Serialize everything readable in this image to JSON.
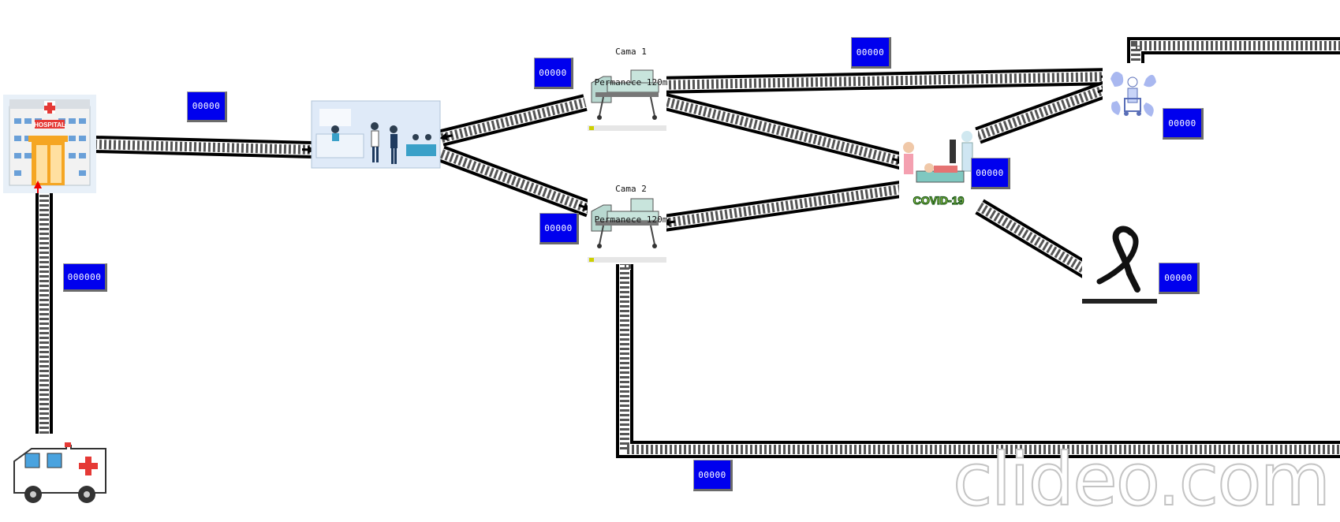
{
  "counters": {
    "hospital_to_reception": "00000",
    "ambulance_queue": "000000",
    "to_bed1": "00000",
    "bed1_to_icu": "00000",
    "to_bed2": "00000",
    "covid_ward": "00000",
    "discharge": "00000",
    "deceased": "00000",
    "bed2_return": "00000"
  },
  "beds": {
    "bed1": {
      "title": "Cama 1",
      "stay": "Permanece 120m"
    },
    "bed2": {
      "title": "Cama 2",
      "stay": "Permanece 120m"
    }
  },
  "hospital_sign": "HOSPITAL",
  "covid_sign": "COVID-19",
  "watermark": "clideo.com",
  "colors": {
    "counter_bg": "#0000ee",
    "track": "#000000",
    "track_tie": "#ffffff"
  },
  "icons": [
    "hospital-icon",
    "ambulance-icon",
    "reception-icon",
    "hospital-bed-icon",
    "covid-patient-icon",
    "discharge-icon",
    "mourning-ribbon-icon"
  ]
}
